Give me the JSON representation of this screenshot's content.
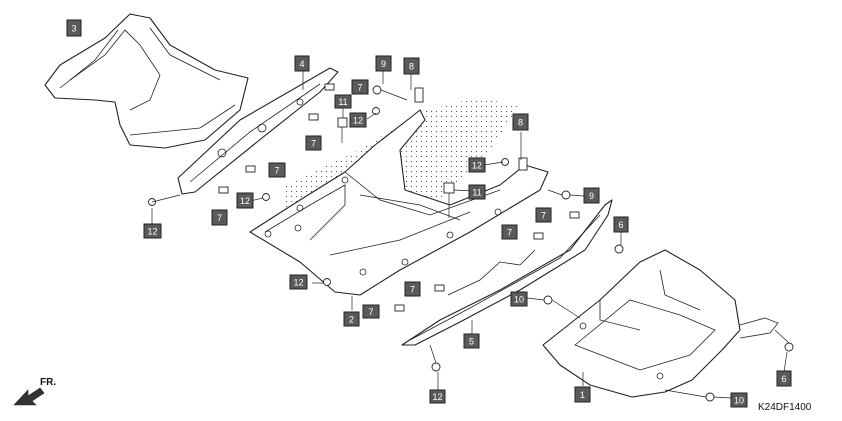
{
  "diagram_code": "K24DF1400",
  "front_indicator": "FR.",
  "callouts": [
    "3",
    "4",
    "7",
    "9",
    "8",
    "11",
    "12",
    "7",
    "7",
    "8",
    "12",
    "12",
    "7",
    "12",
    "11",
    "9",
    "7",
    "7",
    "6",
    "12",
    "7",
    "7",
    "10",
    "2",
    "5",
    "1",
    "6",
    "12",
    "10"
  ]
}
